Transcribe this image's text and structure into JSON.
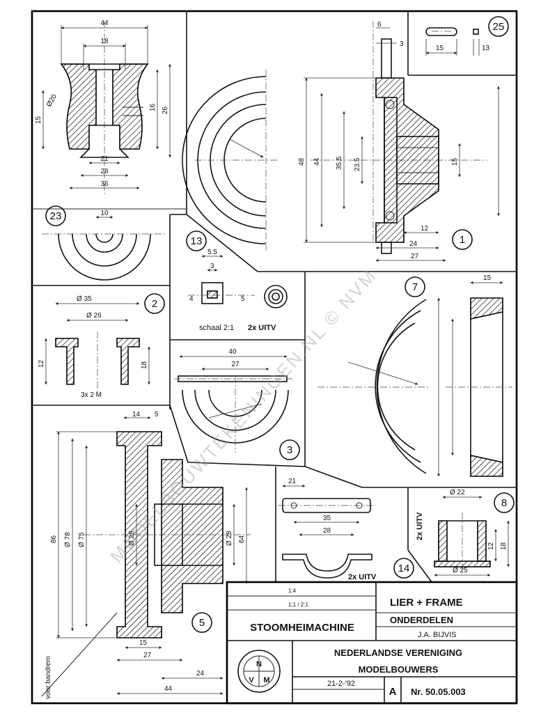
{
  "part_numbers": [
    "25",
    "23",
    "13",
    "1",
    "2",
    "7",
    "3",
    "8",
    "14",
    "5"
  ],
  "part25": {
    "dims": [
      "15",
      "13"
    ]
  },
  "part23": {
    "dims": [
      "44",
      "18",
      "Ø20",
      "15",
      "16",
      "26",
      "21",
      "28",
      "36",
      "10"
    ]
  },
  "part1": {
    "dims": [
      "6",
      "3",
      "48",
      "44",
      "35.5",
      "23.5",
      "15",
      "12",
      "24",
      "27"
    ]
  },
  "part13": {
    "dims": [
      "5.5",
      "3",
      "4",
      "5"
    ],
    "note": "schaal 2:1",
    "qty": "2x UITV"
  },
  "part2": {
    "dims": [
      "Ø 35",
      "Ø 26",
      "12",
      "18",
      "3x 2 M"
    ]
  },
  "part7": {
    "dims": [
      "15"
    ]
  },
  "part3": {
    "dims": [
      "40",
      "27"
    ]
  },
  "part8": {
    "dims": [
      "Ø 22",
      "Ø 25",
      "12",
      "18"
    ],
    "qty": "2x UITV"
  },
  "part14": {
    "dims": [
      "21",
      "35",
      "28"
    ],
    "qty": "2x UITV"
  },
  "part5": {
    "dims": [
      "14",
      "5",
      "86",
      "Ø 78",
      "Ø 75",
      "Ø 28",
      "Ø 28",
      "64",
      "15",
      "27",
      "24",
      "44"
    ],
    "note": "voor bandrem"
  },
  "title_block": {
    "scale_a": "1:4",
    "scale_b": "1:1 / 2:1",
    "machine": "STOOMHEIMACHINE",
    "drawing_title": "LIER + FRAME",
    "subtitle": "ONDERDELEN",
    "author": "J.A. BIJVIS",
    "organisation_line1": "NEDERLANDSE VERENIGING",
    "organisation_line2": "MODELBOUWERS",
    "logo_letters": [
      "N",
      "V",
      "M"
    ],
    "date": "21-2-'92",
    "sheet_letter": "A",
    "drawing_number": "Nr. 50.05.003"
  },
  "watermark": "MODELBOUWTEKENINGEN.NL © NVM"
}
